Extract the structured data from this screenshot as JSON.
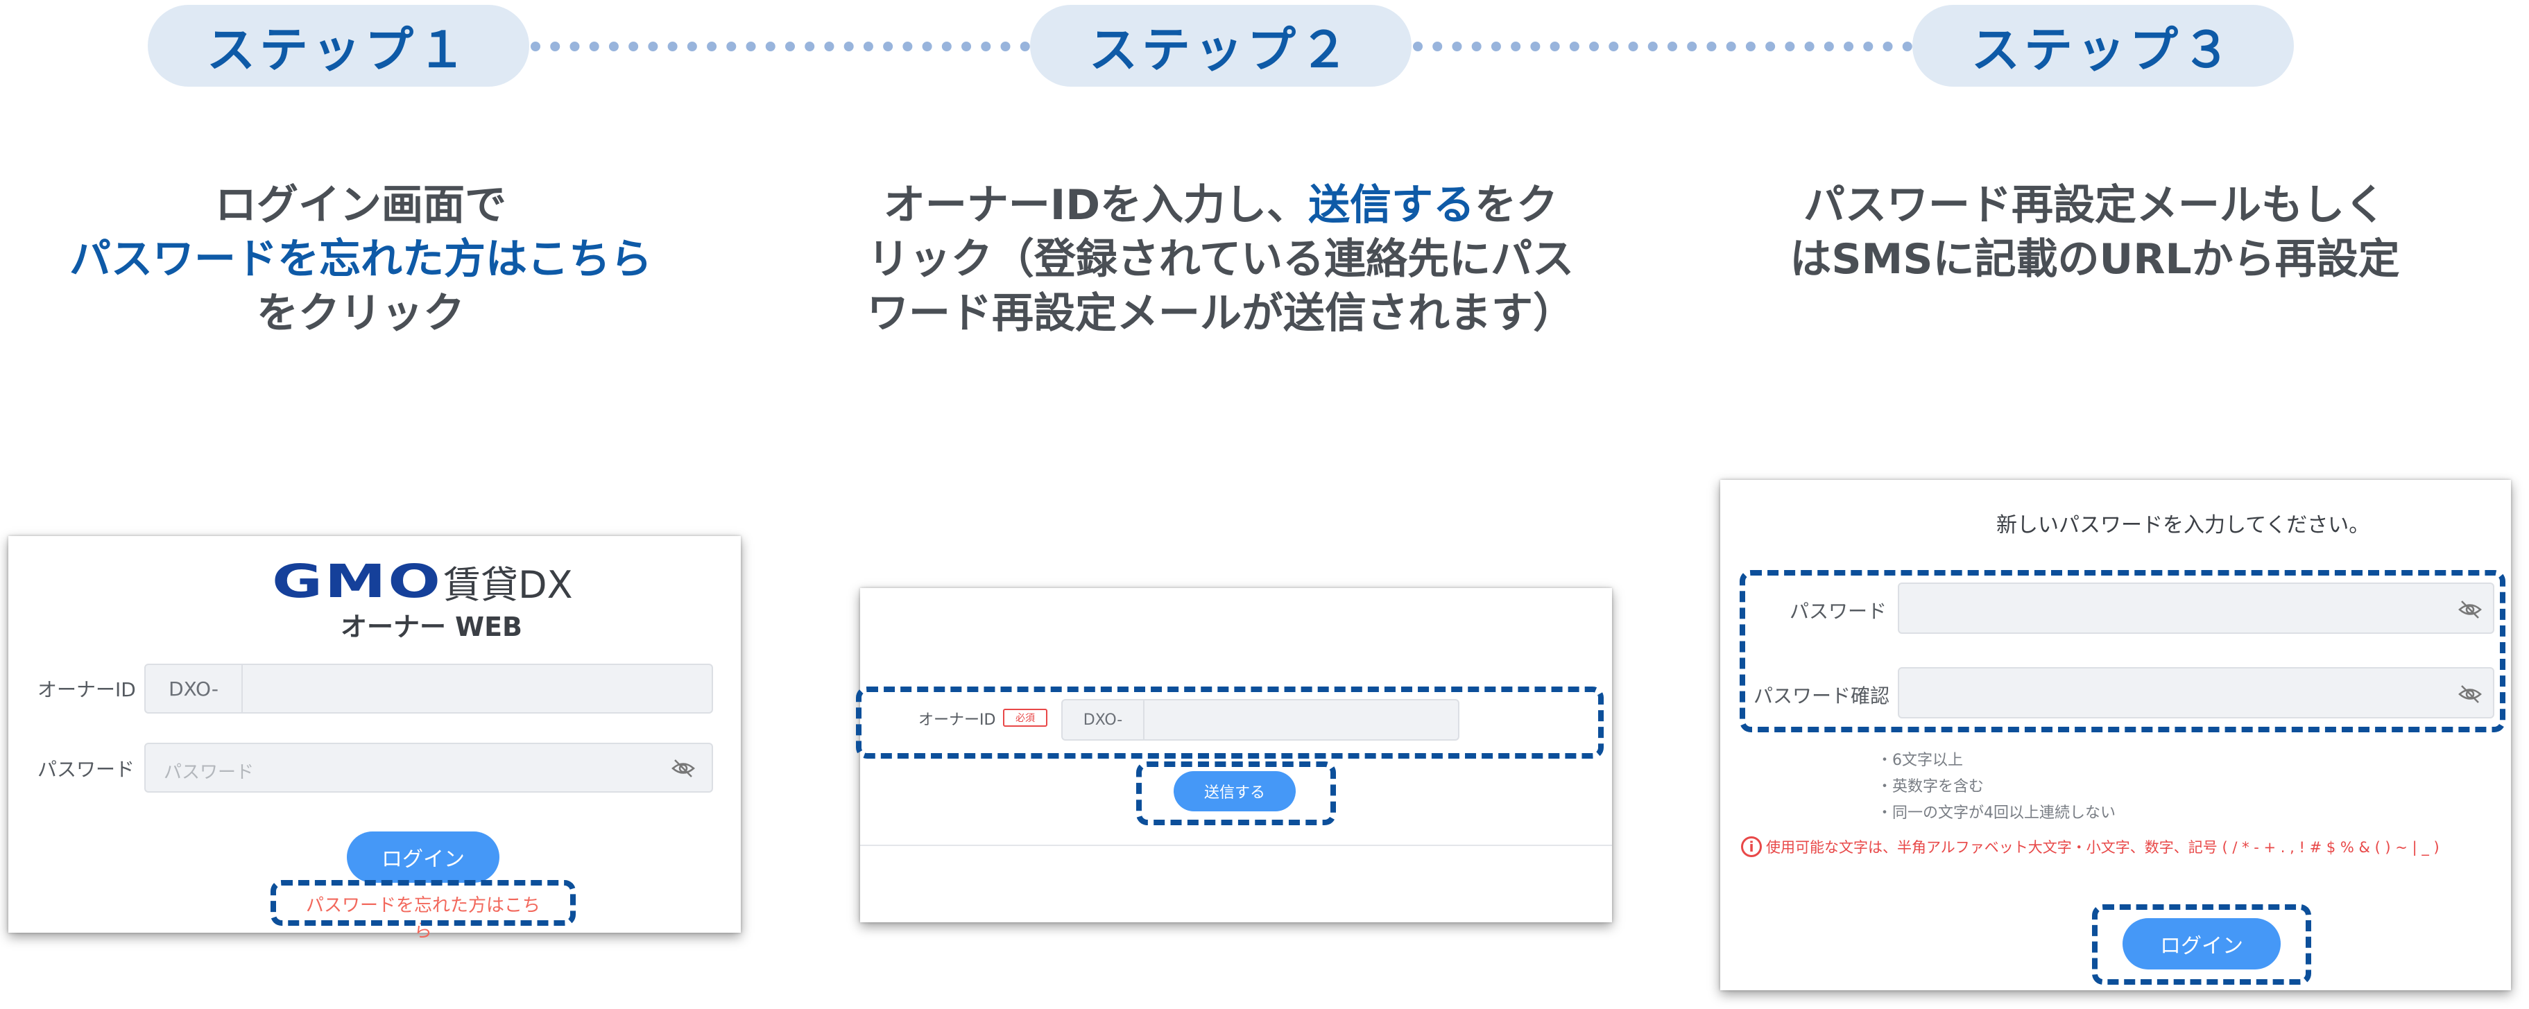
{
  "steps": [
    {
      "label": "ステップ１"
    },
    {
      "label": "ステップ２"
    },
    {
      "label": "ステップ３"
    }
  ],
  "step1_desc": {
    "line1": "ログイン画面で",
    "line2": "パスワードを忘れた方はこちら",
    "line3": "をクリック"
  },
  "step2_desc": {
    "l1a": "オーナーIDを入力し、",
    "l1b": "送信する",
    "l1c": "をク",
    "line2": "リック（登録されている連絡先にパス",
    "line3": "ワード再設定メールが送信されます）"
  },
  "step3_desc": {
    "line1": "パスワード再設定メールもしく",
    "line2": "はSMSに記載のURLから再設定"
  },
  "login_screen": {
    "logo_gmo": "GMO",
    "logo_product": "賃貸DX",
    "subtitle": "オーナー WEB",
    "owner_id_label": "オーナーID",
    "owner_id_prefix": "DXO-",
    "password_label": "パスワード",
    "password_placeholder": "パスワード",
    "login_button": "ログイン",
    "forgot_link": "パスワードを忘れた方はこちら"
  },
  "reset_request_screen": {
    "owner_id_label": "オーナーID",
    "required_badge": "必須",
    "owner_id_prefix": "DXO-",
    "submit_button": "送信する"
  },
  "new_password_screen": {
    "title": "新しいパスワードを入力してください。",
    "password_label": "パスワード",
    "confirm_label": "パスワード確認",
    "rules": [
      "・6文字以上",
      "・英数字を含む",
      "・同一の文字が4回以上連続しない"
    ],
    "warning": "使用可能な文字は、半角アルファベット大文字・小文字、数字、記号 ( / * - + . , ! # $ % & ( ) ~ | _ )",
    "login_button": "ログイン"
  },
  "colors": {
    "accent_blue": "#0e5aa7",
    "pill_bg": "#dfe9f4",
    "button_blue": "#4598f7",
    "warning_red": "#e84848"
  }
}
